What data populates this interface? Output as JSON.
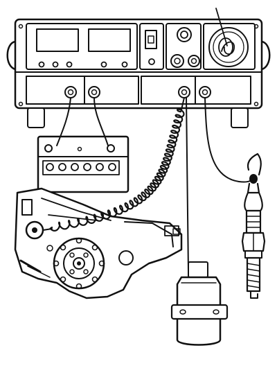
{
  "illustration": {
    "components": [
      "test-console",
      "storage-battery",
      "distributor",
      "ignition-coil",
      "spark-plug",
      "coiled-test-lead",
      "inductive-pickup-clamp"
    ]
  },
  "colors": {
    "ink": "#111111",
    "background": "#ffffff"
  }
}
